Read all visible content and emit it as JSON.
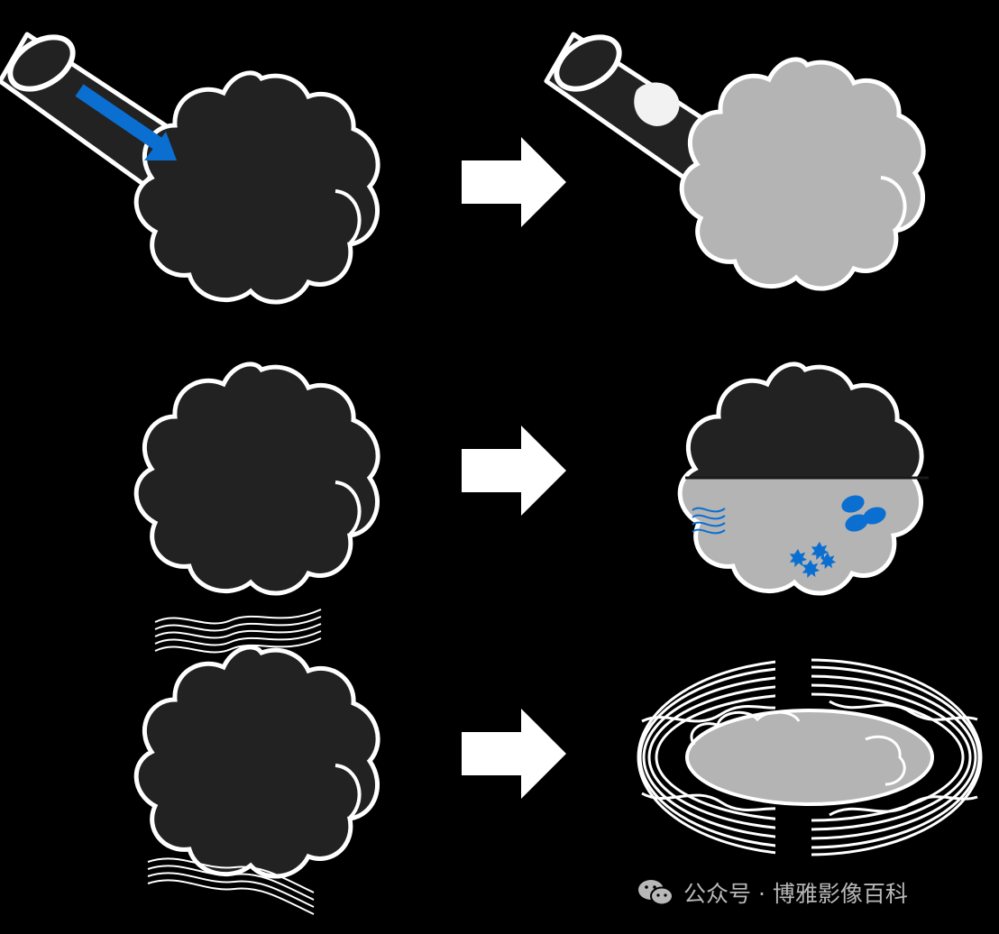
{
  "colors": {
    "background": "#000000",
    "cloud_dark": "#222222",
    "cloud_light": "#b4b4b4",
    "outline": "#ffffff",
    "accent_blue": "#0a6fd1",
    "watermark": "#b8b8b8"
  },
  "rows": [
    {
      "id": "injection",
      "before": "dark-cloud-with-needle-and-blue-arrow",
      "after": "grey-cloud-with-needle-and-white-blob"
    },
    {
      "id": "sedimentation",
      "before": "dark-cloud",
      "after": "half-grey-cloud-with-blue-particles"
    },
    {
      "id": "vibration",
      "before": "dark-cloud-with-wavy-lines",
      "after": "flattened-grey-cloud-with-wave-halo"
    }
  ],
  "watermark": {
    "icon": "wechat-icon",
    "text": "公众号 · 博雅影像百科"
  }
}
